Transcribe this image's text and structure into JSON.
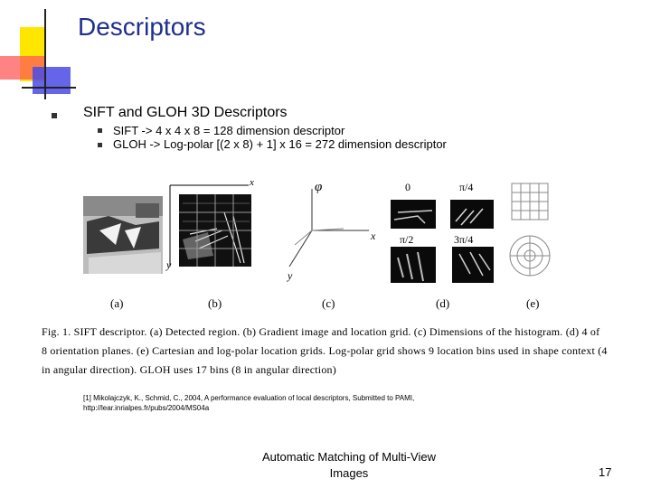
{
  "title": "Descriptors",
  "bullets": [
    {
      "text": "SIFT and GLOH 3D Descriptors",
      "sub": [
        "SIFT -> 4 x 4 x 8 = 128 dimension descriptor",
        "GLOH -> Log-polar [(2 x 8) + 1] x 16 = 272 dimension descriptor"
      ]
    }
  ],
  "figure": {
    "axis_x": "x",
    "axis_y": "y",
    "axis_phi": "φ",
    "orientation_labels": [
      "0",
      "π/4",
      "π/2",
      "3π/4"
    ],
    "panel_labels": [
      "(a)",
      "(b)",
      "(c)",
      "(d)",
      "(e)"
    ],
    "caption_lines": [
      "Fig. 1.   SIFT descriptor. (a) Detected region. (b) Gradient image and location grid. (c) Dimensions of the histogram. (d) 4 of",
      "8 orientation planes. (e) Cartesian and log-polar location grids. Log-polar grid shows 9 location bins used in shape context (4",
      "in angular direction). GLOH uses 17 bins (8 in angular direction)"
    ]
  },
  "reference": [
    "[1] Mikolajczyk, K., Schmid, C., 2004, A performance evaluation of local descriptors, Submitted to PAMI,",
    "http://lear.inrialpes.fr/pubs/2004/MS04a"
  ],
  "footer": [
    "Automatic Matching of Multi-View",
    "Images"
  ],
  "page_number": "17",
  "colors": {
    "title": "#1f2f8f",
    "deco_yellow": "#ffe600",
    "deco_red": "#ff3b3b",
    "deco_blue": "#3a3adf"
  }
}
